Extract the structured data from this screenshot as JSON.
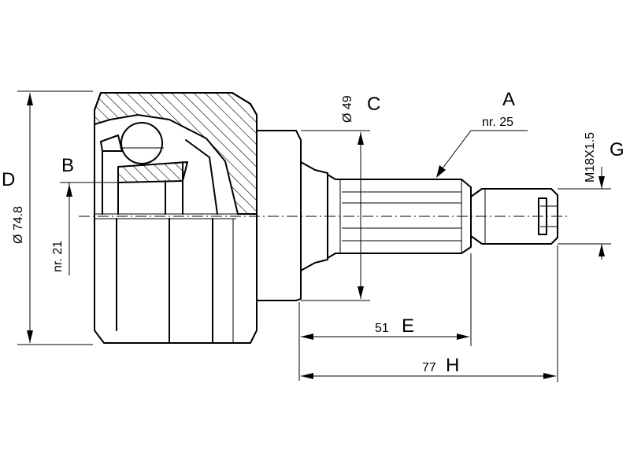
{
  "labels": {
    "A": "A",
    "A_note": "nr. 25",
    "B": "B",
    "B_note": "nr. 21",
    "C": "C",
    "C_value": "Ø 49",
    "D": "D",
    "D_value": "Ø 74.8",
    "E": "E",
    "E_value": "51",
    "G": "G",
    "G_value": "M18X1.5",
    "H": "H",
    "H_value": "77"
  }
}
